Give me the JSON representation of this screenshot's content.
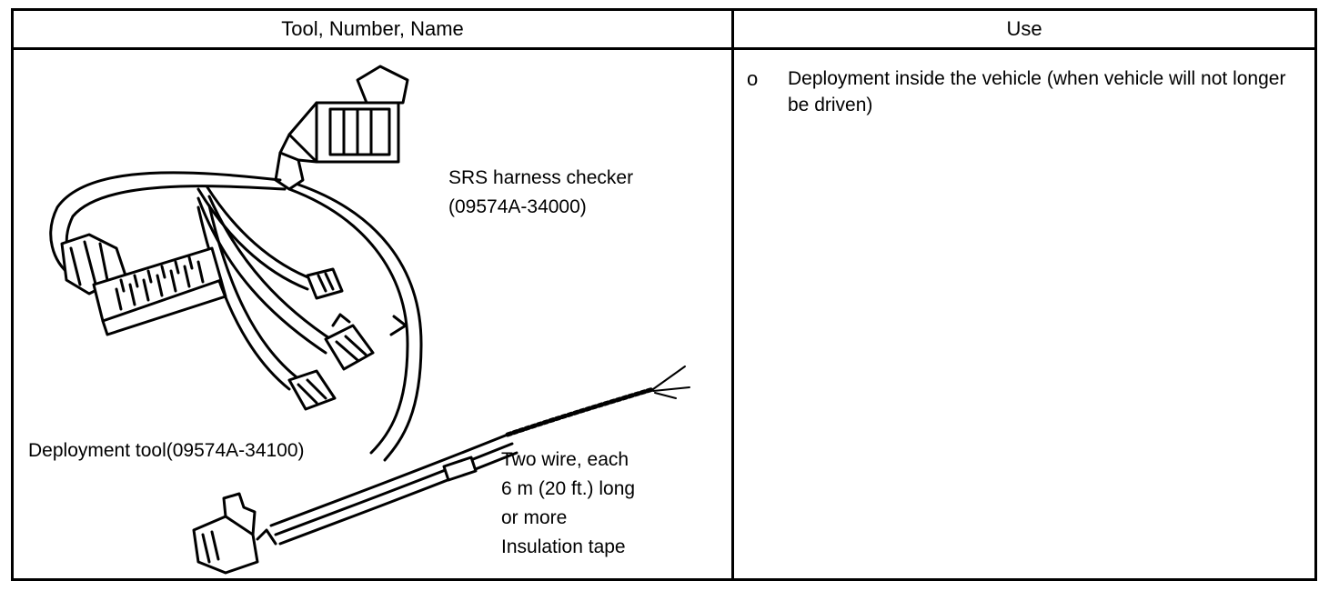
{
  "table": {
    "header_tool": "Tool, Number, Name",
    "header_use": "Use"
  },
  "tool_cell": {
    "harness_checker_name": "SRS harness checker",
    "harness_checker_number": "(09574A-34000)",
    "deployment_tool": "Deployment tool(09574A-34100)",
    "wire_note_lines": [
      "Two wire, each",
      "6 m (20 ft.) long",
      "or more",
      "Insulation tape"
    ]
  },
  "use_cell": {
    "bullet": "o",
    "text": "Deployment inside the vehicle (when vehicle will not longer be driven)"
  }
}
